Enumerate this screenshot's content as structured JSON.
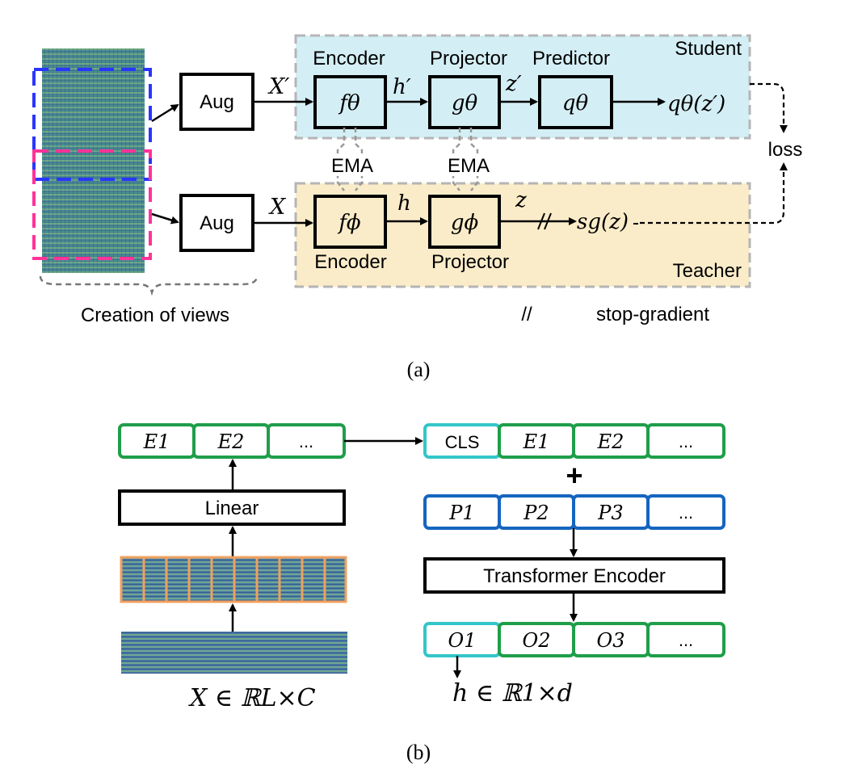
{
  "panel_a": {
    "caption": "(a)",
    "student_label": "Student",
    "teacher_label": "Teacher",
    "aug_top": "Aug",
    "aug_bottom": "Aug",
    "x_prime": "X′",
    "x": "X",
    "encoder_top_label": "Encoder",
    "projector_top_label": "Projector",
    "predictor_label": "Predictor",
    "f_theta": "fθ",
    "g_theta": "gθ",
    "q_theta": "qθ",
    "h_prime": "h′",
    "z_prime": "z′",
    "q_out": "qθ(z′)",
    "ema_1": "EMA",
    "ema_2": "EMA",
    "loss": "loss",
    "f_phi": "fϕ",
    "g_phi": "gϕ",
    "h": "h",
    "z": "z",
    "sg_out": "sg(z)",
    "encoder_bottom_label": "Encoder",
    "projector_bottom_label": "Projector",
    "views_label": "Creation of views",
    "stopgrad_symbol": "//",
    "stopgrad_label": "stop-gradient",
    "colors": {
      "student_bg": "#d4eef5",
      "teacher_bg": "#fbecc9",
      "view_blue": "#2b35ff",
      "view_pink": "#ff3399"
    }
  },
  "panel_b": {
    "caption": "(b)",
    "e_row": [
      "E1",
      "E2",
      "..."
    ],
    "linear": "Linear",
    "x_in": "X ∈ ℝL×C",
    "cls_row": [
      "CLS",
      "E1",
      "E2",
      "..."
    ],
    "plus": "+",
    "p_row": [
      "P1",
      "P2",
      "P3",
      "..."
    ],
    "transformer": "Transformer Encoder",
    "o_row": [
      "O1",
      "O2",
      "O3",
      "..."
    ],
    "h_out": "h ∈ ℝ1×d",
    "colors": {
      "green": "#1f9e4a",
      "blue": "#1565c0",
      "cyan": "#33c6c9"
    }
  }
}
